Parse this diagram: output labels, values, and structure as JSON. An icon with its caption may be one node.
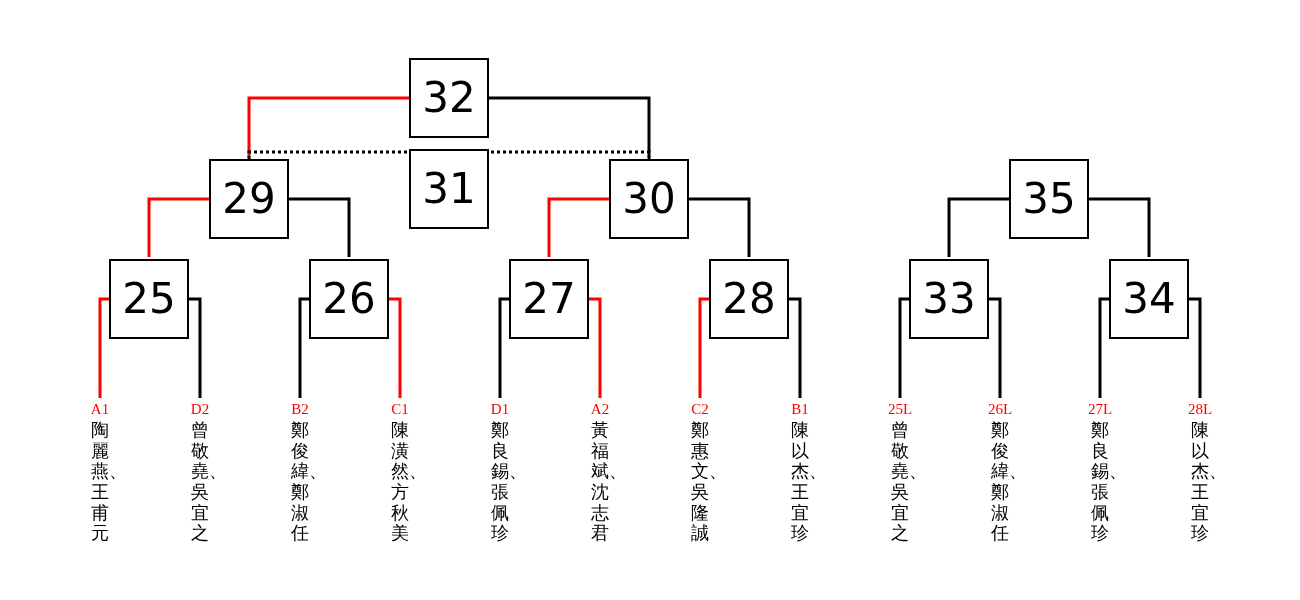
{
  "diagram": {
    "nodes": [
      {
        "text": [
          "32"
        ]
      },
      {
        "text": [
          "31"
        ]
      },
      {
        "text": [
          "29"
        ]
      },
      {
        "text": [
          "30"
        ]
      },
      {
        "text": [
          "35"
        ]
      },
      {
        "text": [
          "25"
        ]
      },
      {
        "text": [
          "26"
        ]
      },
      {
        "text": [
          "27"
        ]
      },
      {
        "text": [
          "28"
        ]
      },
      {
        "text": [
          "33"
        ]
      },
      {
        "text": [
          "34"
        ]
      },
      {
        "text": [
          "A1",
          "陶麗燕、王甫元"
        ]
      },
      {
        "text": [
          "D2",
          "曾敬堯、吳宜之"
        ]
      },
      {
        "text": [
          "B2",
          "鄭俊緯、鄭淑任"
        ]
      },
      {
        "text": [
          "C1",
          "陳潢然、方秋美"
        ]
      },
      {
        "text": [
          "D1",
          "鄭良錫、張佩珍"
        ]
      },
      {
        "text": [
          "A2",
          "黃福斌、沈志君"
        ]
      },
      {
        "text": [
          "C2",
          "鄭惠文、吳隆誠"
        ]
      },
      {
        "text": [
          "B1",
          "陳以杰、王宜珍"
        ]
      },
      {
        "text": [
          "25L",
          "曾敬堯、吳宜之"
        ]
      },
      {
        "text": [
          "26L",
          "鄭俊緯、鄭淑任"
        ]
      },
      {
        "text": [
          "27L",
          "鄭良錫、張佩珍"
        ]
      },
      {
        "text": [
          "28L",
          "陳以杰、王宜珍"
        ]
      }
    ],
    "edges": [
      {
        "from": 11,
        "to": 5,
        "arrow": "none",
        "color": "#ff0000"
      },
      {
        "from": 12,
        "to": 5,
        "arrow": "none"
      },
      {
        "from": 13,
        "to": 6,
        "arrow": "none"
      },
      {
        "from": 14,
        "to": 6,
        "arrow": "none",
        "color": "#ff0000"
      },
      {
        "from": 15,
        "to": 7,
        "arrow": "none"
      },
      {
        "from": 16,
        "to": 7,
        "arrow": "none",
        "color": "#ff0000"
      },
      {
        "from": 17,
        "to": 8,
        "arrow": "none",
        "color": "#ff0000"
      },
      {
        "from": 18,
        "to": 8,
        "arrow": "none"
      },
      {
        "from": 19,
        "to": 9,
        "arrow": "none"
      },
      {
        "from": 20,
        "to": 9,
        "arrow": "none"
      },
      {
        "from": 21,
        "to": 10,
        "arrow": "none"
      },
      {
        "from": 22,
        "to": 10,
        "arrow": "none"
      },
      {
        "from": 5,
        "to": 2,
        "arrow": "none",
        "color": "#ff0000"
      },
      {
        "from": 6,
        "to": 2,
        "arrow": "none"
      },
      {
        "from": 7,
        "to": 3,
        "arrow": "none",
        "color": "#ff0000"
      },
      {
        "from": 8,
        "to": 3,
        "arrow": "none"
      },
      {
        "from": 9,
        "to": 4,
        "arrow": "none"
      },
      {
        "from": 10,
        "to": 4,
        "arrow": "none"
      },
      {
        "from": 2,
        "to": 0,
        "arrow": "none",
        "color": "#ff0000"
      },
      {
        "from": 3,
        "to": 0,
        "arrow": "none"
      },
      {
        "from": 2,
        "to": 1,
        "arrow": "none",
        "style": "dashed"
      },
      {
        "from": 3,
        "to": 1,
        "arrow": "none",
        "style": "dashed"
      }
    ]
  }
}
